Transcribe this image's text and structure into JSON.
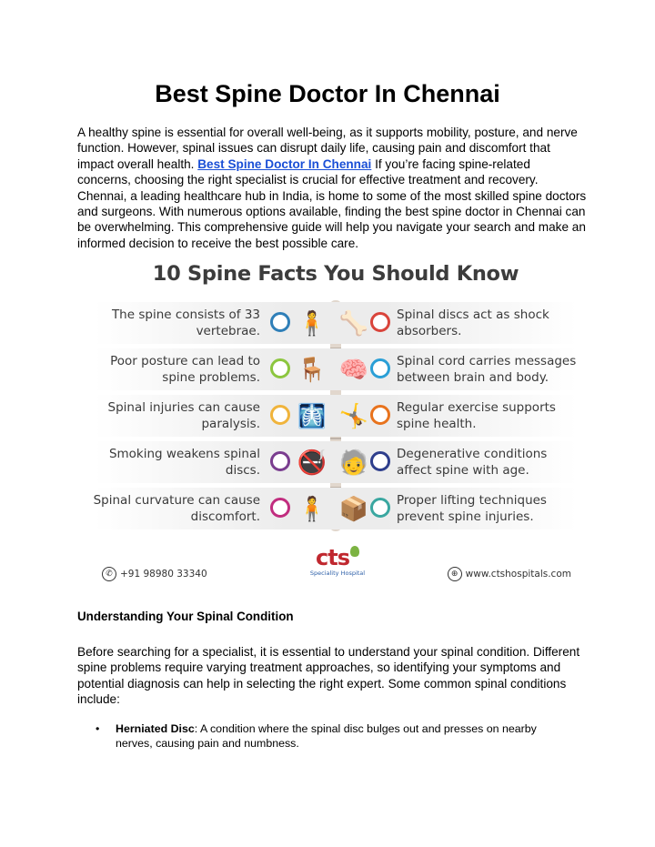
{
  "title": "Best Spine Doctor In Chennai",
  "intro": {
    "before": "A healthy spine is essential for overall well-being, as it supports mobility, posture, and nerve function. However, spinal issues can disrupt daily life, causing pain and discomfort that impact overall health. ",
    "link_text": "Best Spine Doctor In Chennai",
    "after": " If you’re facing spine-related concerns, choosing the right specialist is crucial for effective treatment and recovery. Chennai, a leading healthcare hub in India, is home to some of the most skilled spine doctors and surgeons. With numerous options available, finding the best spine doctor in Chennai can be overwhelming. This comprehensive guide will help you navigate your search and make an informed decision to receive the best possible care."
  },
  "infographic": {
    "title": "10 Spine Facts You Should Know",
    "rows": [
      {
        "left": "The spine consists of 33 vertebrae.",
        "right": "Spinal discs act as shock absorbers.",
        "left_color": "#2f7fb8",
        "right_color": "#d9443b",
        "left_icon": "person-back-pain-icon",
        "right_icon": "vertebrae-icon",
        "left_glyph": "🧍",
        "right_glyph": "🦴"
      },
      {
        "left": "Poor posture can lead to spine problems.",
        "right": "Spinal cord carries messages between brain and body.",
        "left_color": "#8cc63f",
        "right_color": "#2a9fd6",
        "left_icon": "desk-posture-icon",
        "right_icon": "nervous-system-icon",
        "left_glyph": "🪑",
        "right_glyph": "🧠"
      },
      {
        "left": "Spinal injuries can cause paralysis.",
        "right": "Regular exercise supports spine health.",
        "left_color": "#f0b43c",
        "right_color": "#e8731d",
        "left_icon": "spine-injury-icon",
        "right_icon": "exercise-icon",
        "left_glyph": "🩻",
        "right_glyph": "🤸"
      },
      {
        "left": "Smoking weakens spinal discs.",
        "right": "Degenerative conditions affect spine with age.",
        "left_color": "#7a3d8f",
        "right_color": "#2e3e8c",
        "left_icon": "no-smoking-icon",
        "right_icon": "aging-spine-icon",
        "left_glyph": "🚭",
        "right_glyph": "🧓"
      },
      {
        "left": "Spinal curvature can cause discomfort.",
        "right": "Proper lifting techniques prevent spine injuries.",
        "left_color": "#c12d7f",
        "right_color": "#3aa7a0",
        "left_icon": "curved-spine-icon",
        "right_icon": "lifting-box-icon",
        "left_glyph": "🧍",
        "right_glyph": "📦"
      }
    ],
    "phone": "+91 98980 33340",
    "logo_text": "cts",
    "logo_sub": "Speciality Hospital",
    "website": "www.ctshospitals.com"
  },
  "section": {
    "heading": "Understanding Your Spinal Condition",
    "paragraph": "Before searching for a specialist, it is essential to understand your spinal condition. Different spine problems require varying treatment approaches, so identifying your symptoms and potential diagnosis can help in selecting the right expert. Some common spinal conditions include:",
    "bullets": [
      {
        "term": "Herniated Disc",
        "desc": ": A condition where the spinal disc bulges out and presses on nearby nerves, causing pain and numbness."
      }
    ]
  }
}
